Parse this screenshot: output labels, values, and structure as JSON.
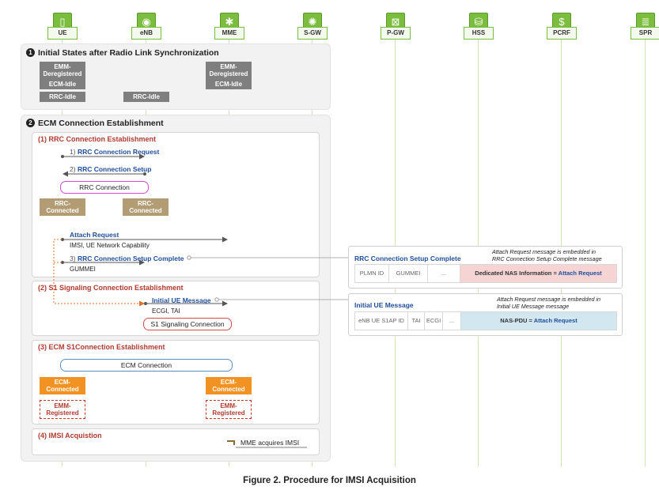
{
  "entities": [
    {
      "label": "UE",
      "icon": "phone-icon",
      "glyph": "▯"
    },
    {
      "label": "eNB",
      "icon": "antenna-icon",
      "glyph": "◉"
    },
    {
      "label": "MME",
      "icon": "gear-icon",
      "glyph": "✱"
    },
    {
      "label": "S-GW",
      "icon": "gears-icon",
      "glyph": "✺"
    },
    {
      "label": "P-GW",
      "icon": "network-icon",
      "glyph": "⊠"
    },
    {
      "label": "HSS",
      "icon": "database-icon",
      "glyph": "⛁"
    },
    {
      "label": "PCRF",
      "icon": "policy-icon",
      "glyph": "$"
    },
    {
      "label": "SPR",
      "icon": "storage-icon",
      "glyph": "≣"
    }
  ],
  "section1": {
    "num": "1",
    "title": "Initial States after Radio Link Synchronization",
    "ue_emm": "EMM-\nDeregistered",
    "ue_ecm": "ECM-Idle",
    "ue_rrc": "RRC-Idle",
    "enb_rrc": "RRC-Idle",
    "mme_emm": "EMM-\nDeregistered",
    "mme_ecm": "ECM-Idle"
  },
  "section2": {
    "num": "2",
    "title": "ECM Connection Establishment",
    "rrc": {
      "title": "(1) RRC Connection Establishment",
      "m1_num": "1)",
      "m1": "RRC Connection Request",
      "m2_num": "2)",
      "m2": "RRC Connection Setup",
      "conn": "RRC Connection",
      "ue_state": "RRC-\nConnected",
      "enb_state": "RRC-\nConnected",
      "attach": "Attach Request",
      "attach_params": "IMSI, UE Network Capability",
      "m3_num": "3)",
      "m3": "RRC Connection Setup Complete",
      "m3_params": "GUMMEI"
    },
    "s1": {
      "title": "(2) S1 Signaling Connection Establishment",
      "msg": "Initial UE Message",
      "params": "ECGI, TAI",
      "conn": "S1 Signaling Connection"
    },
    "ecm": {
      "title": "(3) ECM S1Connection Establishment",
      "conn": "ECM Connection",
      "ue_ecm": "ECM-\nConnected",
      "ue_emm": "EMM-\nRegistered",
      "mme_ecm": "ECM-\nConnected",
      "mme_emm": "EMM-\nRegistered"
    },
    "imsi": {
      "title": "(4) IMSI Acquistion",
      "note": "MME acquires IMSI"
    }
  },
  "callout1": {
    "title": "RRC Connection Setup Complete",
    "note": "Attach Request message is embedded in\nRRC Connection Setup Complete message",
    "f1": "PLMN ID",
    "f2": "GUMMEI",
    "f3": "...",
    "f4_prefix": "Dedicated NAS Information = ",
    "f4_value": "Attach Request"
  },
  "callout2": {
    "title": "Initial UE Message",
    "note": "Attach Request message is embedded in\nInitial UE Message message",
    "f1": "eNB UE S1AP ID",
    "f2": "TAI",
    "f3": "ECGI",
    "f4": "...",
    "f5_prefix": "NAS-PDU = ",
    "f5_value": "Attach Request"
  },
  "caption": "Figure 2. Procedure for IMSI Acquisition",
  "colors": {
    "entity": "#7bbd3e",
    "rrc_state": "#b39c74",
    "ecm_state": "#f29222",
    "emm_registered": "#c0392b",
    "message": "#1f4e9c",
    "callout1_fill": "#f6d4d4",
    "callout2_fill": "#d3e7f0"
  }
}
